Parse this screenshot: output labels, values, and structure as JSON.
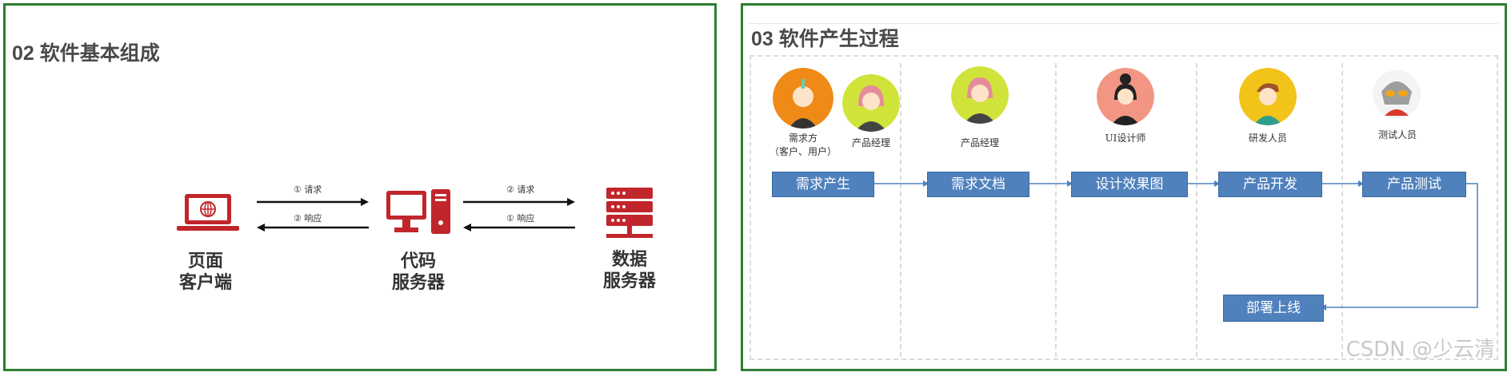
{
  "left": {
    "title": "02 软件基本组成",
    "client_label_1": "页面",
    "client_label_2": "客户端",
    "code_label_1": "代码",
    "code_label_2": "服务器",
    "data_label_1": "数据",
    "data_label_2": "服务器",
    "arrow1_request": "① 请求",
    "arrow1_response": "② 响应",
    "arrow2_request": "② 请求",
    "arrow2_response": "① 响应"
  },
  "right": {
    "title": "03 软件产生过程",
    "roles": {
      "client_1": "需求方",
      "client_2": "（客户、用户）",
      "pm1": "产品经理",
      "pm2": "产品经理",
      "ui": "UI设计师",
      "dev": "研发人员",
      "test": "测试人员"
    },
    "stages": [
      "需求产生",
      "需求文档",
      "设计效果图",
      "产品开发",
      "产品测试",
      "部署上线"
    ]
  },
  "watermark": "CSDN @少云清",
  "colors": {
    "border": "#2e7d32",
    "icon_red": "#c0262b",
    "stage_blue": "#4f81bd"
  }
}
